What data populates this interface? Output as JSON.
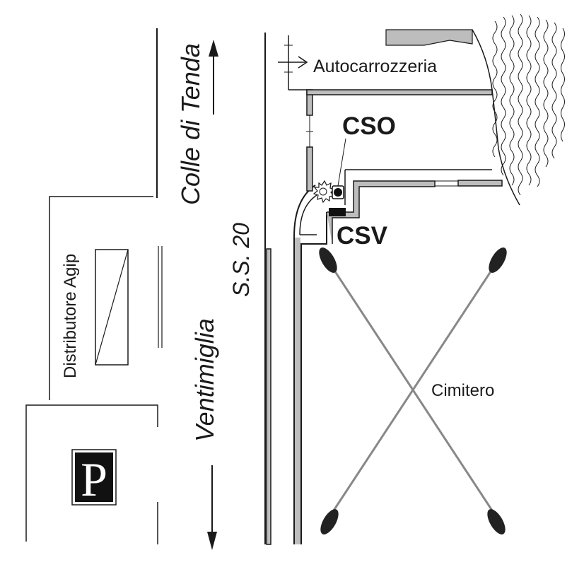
{
  "labels": {
    "colle_di_tenda": "Colle di Tenda",
    "ventimiglia": "Ventimiglia",
    "road": "S.S. 20",
    "distributore": "Distributore Agip",
    "autocarrozzeria": "Autocarrozzeria",
    "cso": "CSO",
    "csv": "CSV",
    "cimitero": "Cimitero",
    "parking": "P"
  },
  "icons": {
    "north_arrow": "arrow-up-icon",
    "south_arrow": "arrow-down-icon",
    "pointer_arrow": "arrow-right-icon",
    "parking": "parking-sign-icon",
    "tree": "tree-icon"
  },
  "colors": {
    "line": "#1a1a1a",
    "wall_fill": "#bdbdbd",
    "marker": "#111111"
  }
}
